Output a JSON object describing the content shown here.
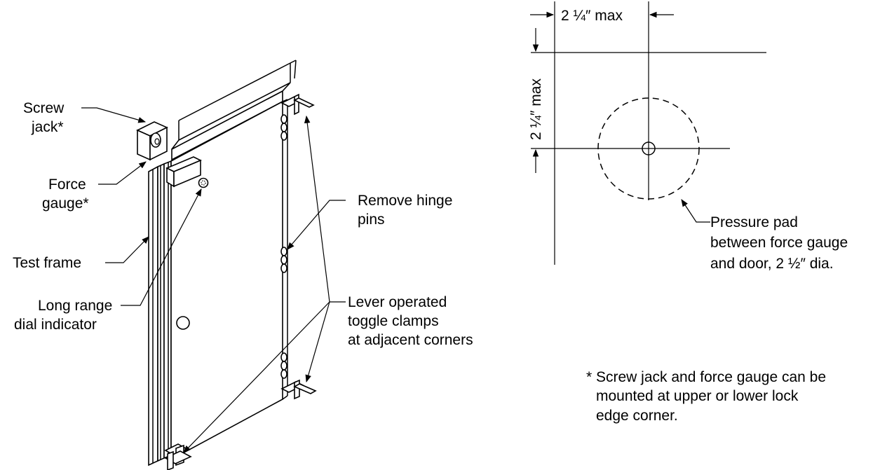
{
  "labels": {
    "screw_jack_line1": "Screw",
    "screw_jack_line2": "jack*",
    "force_gauge_line1": "Force",
    "force_gauge_line2": "gauge*",
    "test_frame": "Test frame",
    "dial_line1": "Long range",
    "dial_line2": "dial indicator",
    "hinge_line1": "Remove hinge",
    "hinge_line2": "pins",
    "clamps_line1": "Lever operated",
    "clamps_line2": "toggle clamps",
    "clamps_line3": "at adjacent corners"
  },
  "detail": {
    "dim_horizontal": "2 ¼″ max",
    "dim_vertical": "2 ¼″ max",
    "pad_line1": "Pressure pad",
    "pad_line2": "between force gauge",
    "pad_line3": "and door, 2 ½″ dia."
  },
  "note": {
    "line1": "* Screw jack and force gauge can be",
    "line2": "mounted at upper or lower lock",
    "line3": "edge corner."
  }
}
